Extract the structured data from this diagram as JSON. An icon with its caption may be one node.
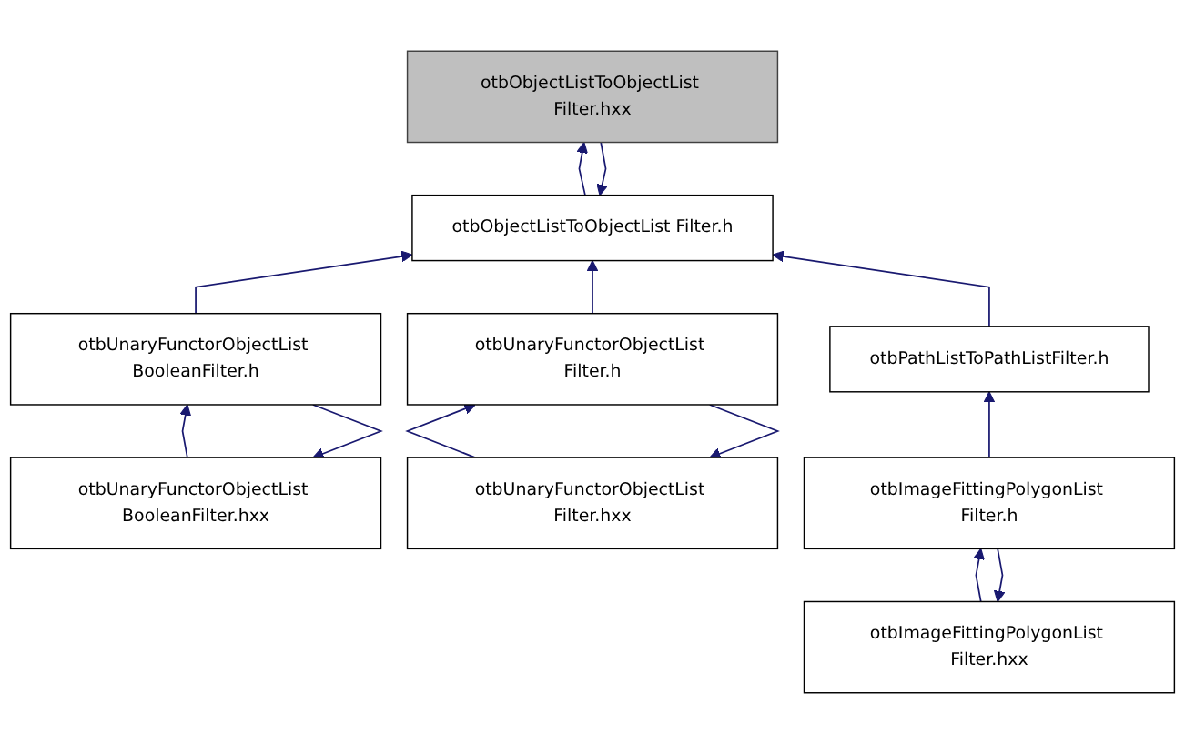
{
  "diagram": {
    "nodes": [
      {
        "text": [
          "otbObjectListToObjectList Filter.hxx"
        ]
      },
      {
        "text": [
          "otbObjectListToObjectList Filter.h"
        ]
      },
      {
        "text": [
          "otbUnaryFunctorObjectList BooleanFilter.h"
        ]
      },
      {
        "text": [
          "otbUnaryFunctorObjectList Filter.h"
        ]
      },
      {
        "text": [
          "otbPathListToPathListFilter.h"
        ]
      },
      {
        "text": [
          "otbUnaryFunctorObjectList BooleanFilter.hxx"
        ]
      },
      {
        "text": [
          "otbUnaryFunctorObjectList Filter.hxx"
        ]
      },
      {
        "text": [
          "otbImageFittingPolygonList Filter.h"
        ]
      },
      {
        "text": [
          "otbImageFittingPolygonList Filter.hxx"
        ]
      }
    ],
    "edges": [
      {
        "from": 1,
        "to": 0,
        "arrow": "to"
      },
      {
        "from": 0,
        "to": 1,
        "arrow": "to"
      },
      {
        "from": 2,
        "to": 1,
        "arrow": "to"
      },
      {
        "from": 3,
        "to": 1,
        "arrow": "to"
      },
      {
        "from": 4,
        "to": 1,
        "arrow": "to"
      },
      {
        "from": 5,
        "to": 2,
        "arrow": "to"
      },
      {
        "from": 2,
        "to": 5,
        "arrow": "to"
      },
      {
        "from": 6,
        "to": 3,
        "arrow": "to"
      },
      {
        "from": 3,
        "to": 6,
        "arrow": "to"
      },
      {
        "from": 7,
        "to": 4,
        "arrow": "to"
      },
      {
        "from": 8,
        "to": 7,
        "arrow": "to"
      },
      {
        "from": 7,
        "to": 8,
        "arrow": "to"
      }
    ]
  }
}
